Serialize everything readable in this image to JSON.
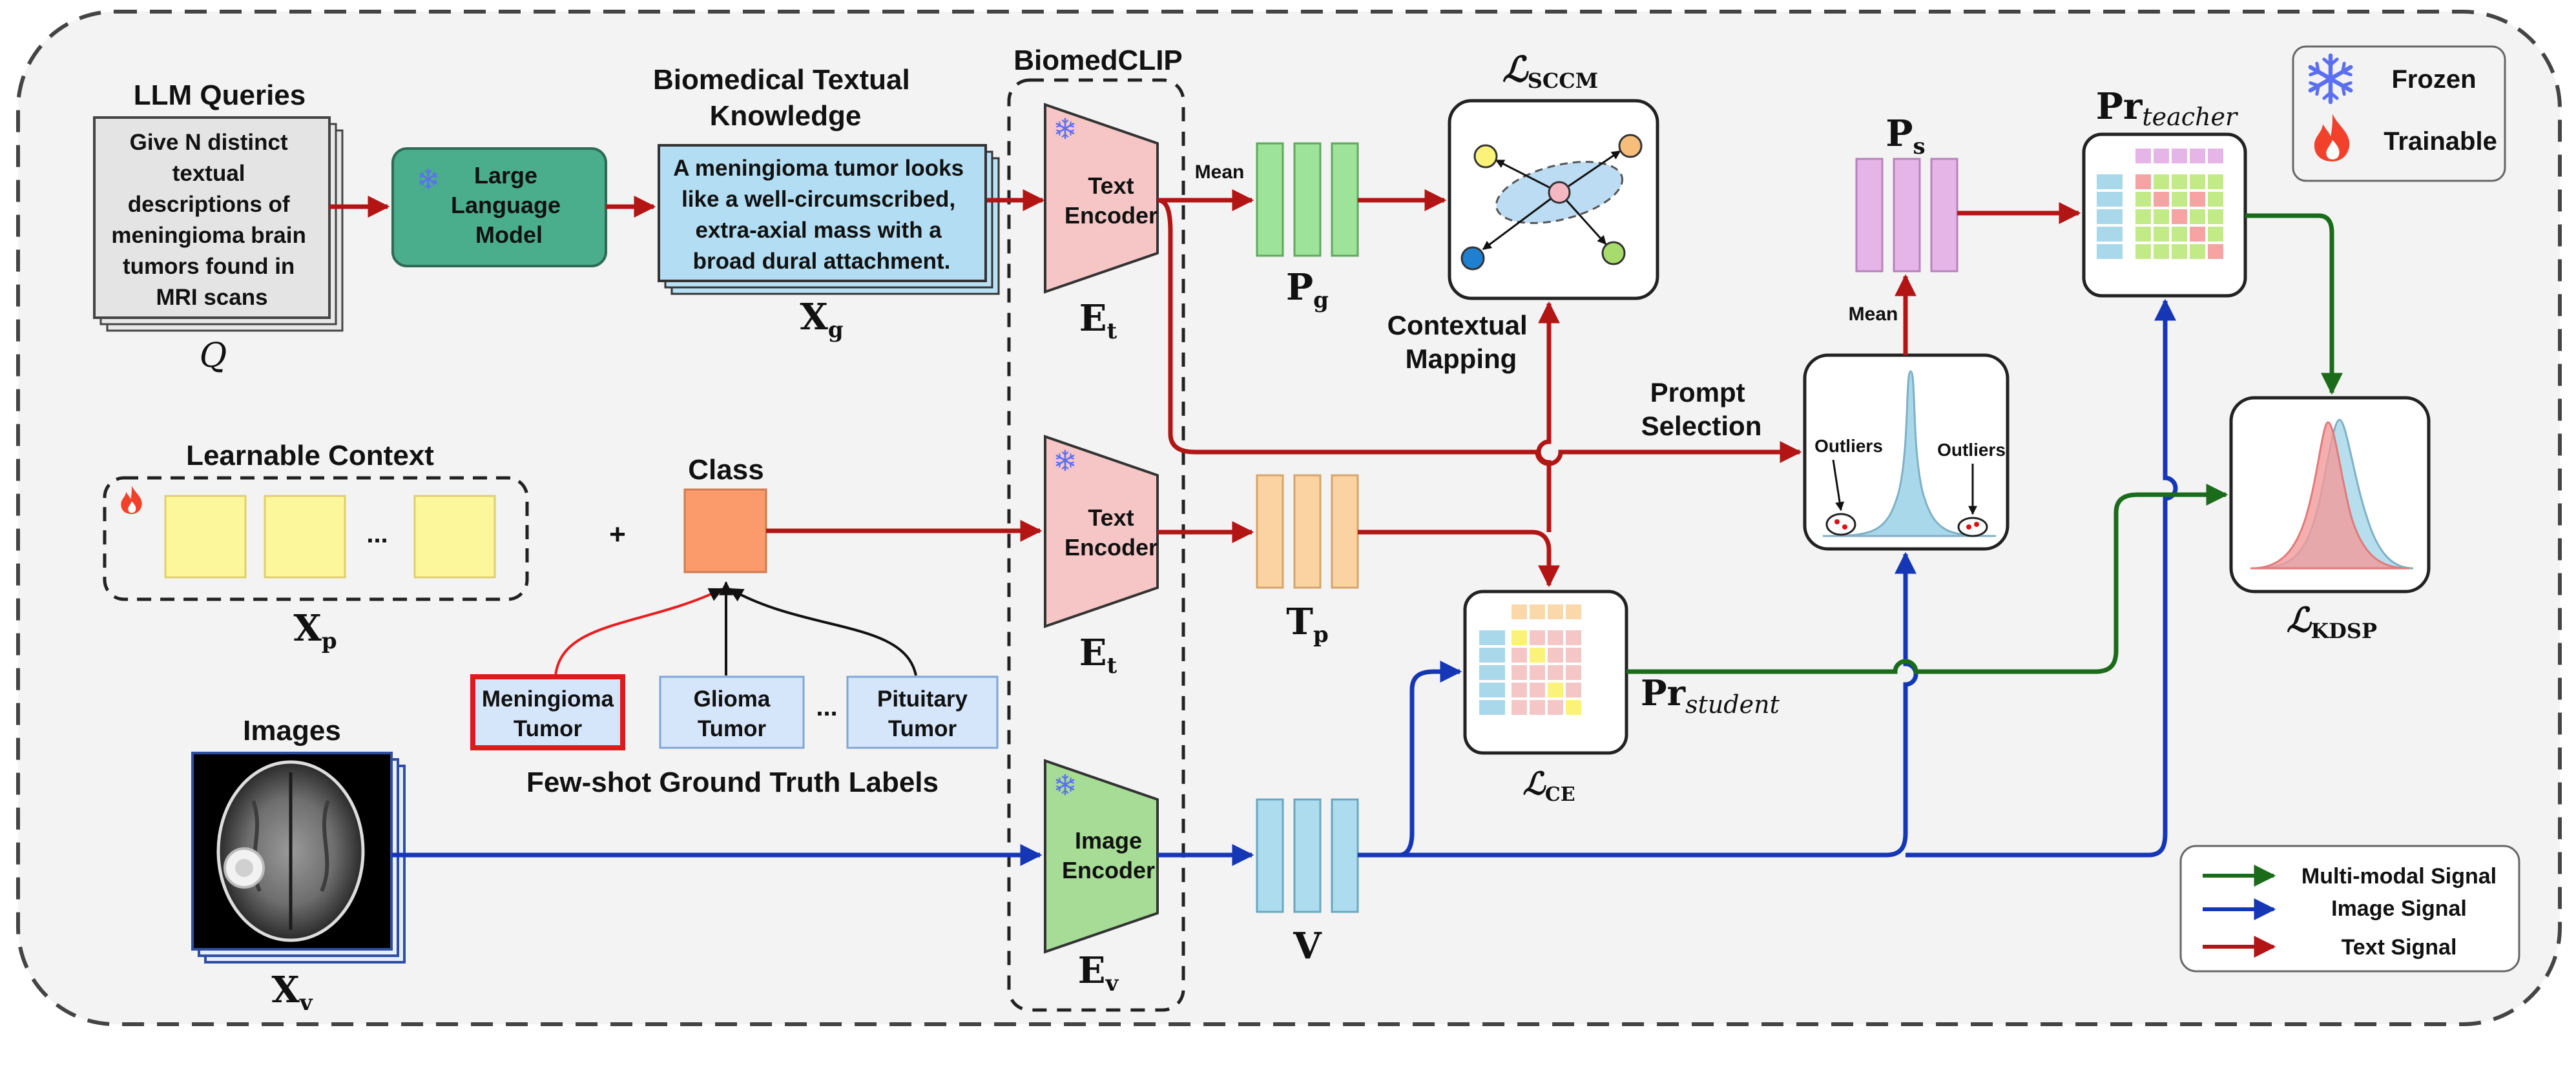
{
  "llm_queries": {
    "title": "LLM Queries",
    "text_lines": [
      "Give N distinct",
      "textual",
      "descriptions of",
      "meningioma brain",
      "tumors found in",
      "MRI scans"
    ],
    "symbol": "Q"
  },
  "llm": {
    "lines": [
      "Large",
      "Language",
      "Model"
    ]
  },
  "textual_knowledge": {
    "title_lines": [
      "Biomedical Textual",
      "Knowledge"
    ],
    "text_lines": [
      "A meningioma tumor looks",
      "like a well-circumscribed,",
      "extra-axial mass with a",
      "broad dural attachment."
    ],
    "symbol": "X",
    "symbol_sub": "g"
  },
  "biomedclip": {
    "title": "BiomedCLIP"
  },
  "encoders": {
    "text_top": {
      "lines": [
        "Text",
        "Encoder"
      ],
      "symbol": "E",
      "symbol_sub": "t"
    },
    "text_mid": {
      "lines": [
        "Text",
        "Encoder"
      ],
      "symbol": "E",
      "symbol_sub": "t"
    },
    "image": {
      "lines": [
        "Image",
        "Encoder"
      ],
      "symbol": "E",
      "symbol_sub": "v"
    }
  },
  "pg": {
    "mean_label": "Mean",
    "symbol": "P",
    "symbol_sub": "g"
  },
  "sccm": {
    "symbol": "ℒ",
    "symbol_sub": "SCCM",
    "caption_lines": [
      "Contextual",
      "Mapping"
    ]
  },
  "learnable_context": {
    "title": "Learnable Context",
    "ellipsis": "...",
    "symbol": "X",
    "symbol_sub": "p",
    "plus": "+"
  },
  "class_box": {
    "title": "Class"
  },
  "labels": {
    "meningioma": [
      "Meningioma",
      "Tumor"
    ],
    "glioma": [
      "Glioma",
      "Tumor"
    ],
    "ellipsis": "...",
    "pituitary": [
      "Pituitary",
      "Tumor"
    ],
    "caption": "Few-shot Ground Truth Labels"
  },
  "images": {
    "title": "Images",
    "symbol": "X",
    "symbol_sub": "v"
  },
  "tp": {
    "symbol": "T",
    "symbol_sub": "p"
  },
  "v": {
    "symbol": "V"
  },
  "ce": {
    "symbol": "ℒ",
    "symbol_sub": "CE",
    "student_symbol": "Pr",
    "student_sub": "student"
  },
  "prompt_selection": {
    "caption_lines": [
      "Prompt",
      "Selection"
    ],
    "outliers_left": "Outliers",
    "outliers_right": "Outliers",
    "mean_label": "Mean"
  },
  "ps": {
    "symbol": "P",
    "symbol_sub": "s"
  },
  "teacher": {
    "symbol": "Pr",
    "symbol_sub": "teacher"
  },
  "kdsp": {
    "symbol": "ℒ",
    "symbol_sub": "KDSP"
  },
  "key": {
    "frozen": "Frozen",
    "trainable": "Trainable"
  },
  "legend": [
    {
      "label": "Multi-modal Signal",
      "color": "#1a6b1a"
    },
    {
      "label": "Image Signal",
      "color": "#1537b5"
    },
    {
      "label": "Text Signal",
      "color": "#b31515"
    }
  ],
  "colors": {
    "text_signal": "#b31515",
    "image_signal": "#1537b5",
    "multimodal_signal": "#1a6b1a",
    "llm_fill": "#4aae8c",
    "text_encoder_fill": "#f6c6c6",
    "image_encoder_fill": "#a6dc96",
    "pg_fill": "#9ee39a",
    "tp_fill": "#fbd3a3",
    "v_fill": "#aedcef",
    "ps_fill": "#e6b5e7",
    "context_fill": "#fdf79c",
    "class_fill": "#fb9a6a",
    "label_fill": "#d6e6fa",
    "frozen_icon": "#5b6ff0",
    "trainable_icon": "#f2412b"
  }
}
